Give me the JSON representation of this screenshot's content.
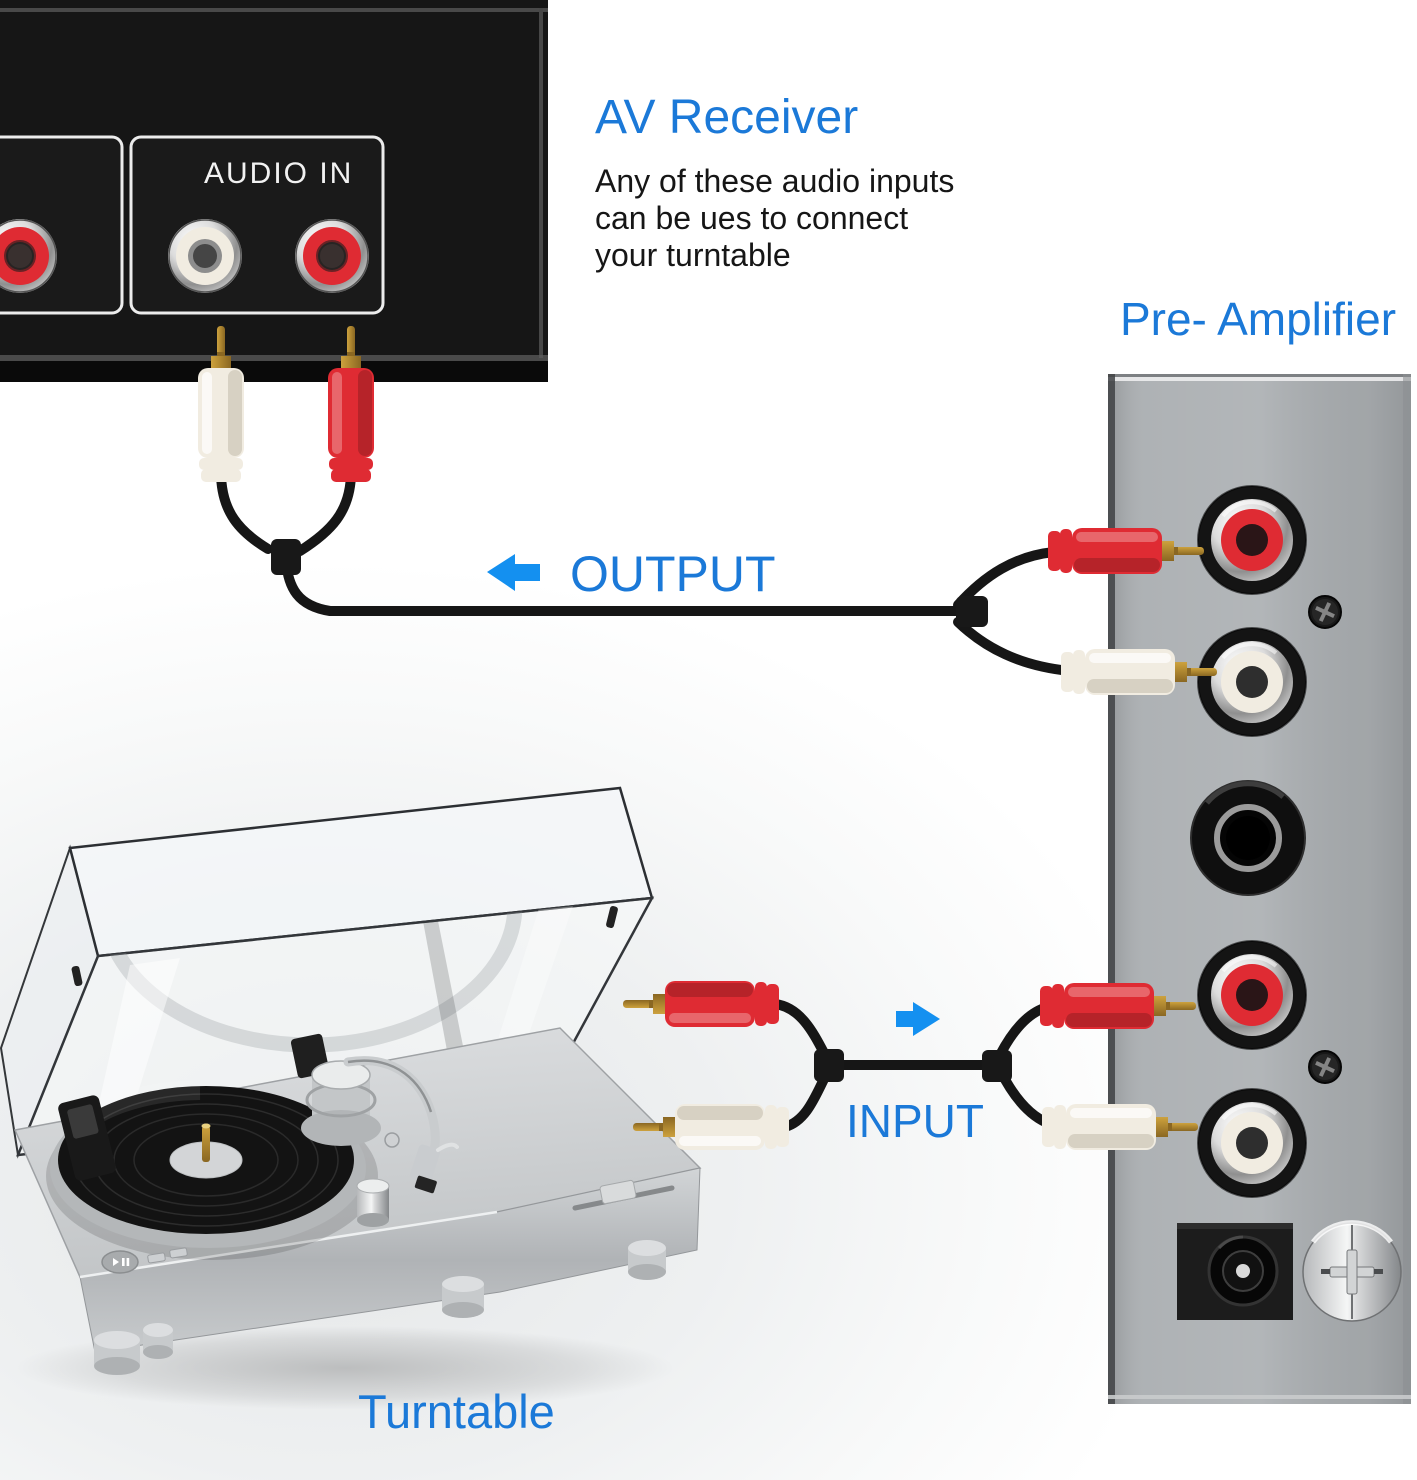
{
  "av_receiver": {
    "title": "AV Receiver",
    "description": "Any of these audio inputs\ncan be ues to connect\nyour turntable",
    "audio_in_label": "AUDIO IN",
    "jacks_left_to_right": [
      "red",
      "white",
      "red"
    ]
  },
  "pre_amplifier": {
    "title": "Pre- Amplifier",
    "ports_top_to_bottom": [
      "rca-red",
      "screw",
      "rca-white",
      "quarter-inch-jack",
      "rca-red",
      "screw",
      "rca-white",
      "dc-power-jack",
      "metal-knob"
    ]
  },
  "output_connection": {
    "label": "OUTPUT",
    "arrow_icon": "left-arrow",
    "plugs": [
      "white",
      "red"
    ]
  },
  "input_connection": {
    "label": "INPUT",
    "arrow_icon": "right-arrow",
    "plugs": [
      "red",
      "white"
    ]
  },
  "turntable": {
    "label": "Turntable"
  },
  "colors": {
    "label_blue": "#1b79d8",
    "arrow_blue": "#1490f0",
    "receiver_black": "#161616",
    "preamp_gray": "#aaaeb1",
    "rca_red": "#df2b33",
    "rca_white": "#f1ece1",
    "cable_black": "#161616",
    "gold": "#caa03c"
  }
}
